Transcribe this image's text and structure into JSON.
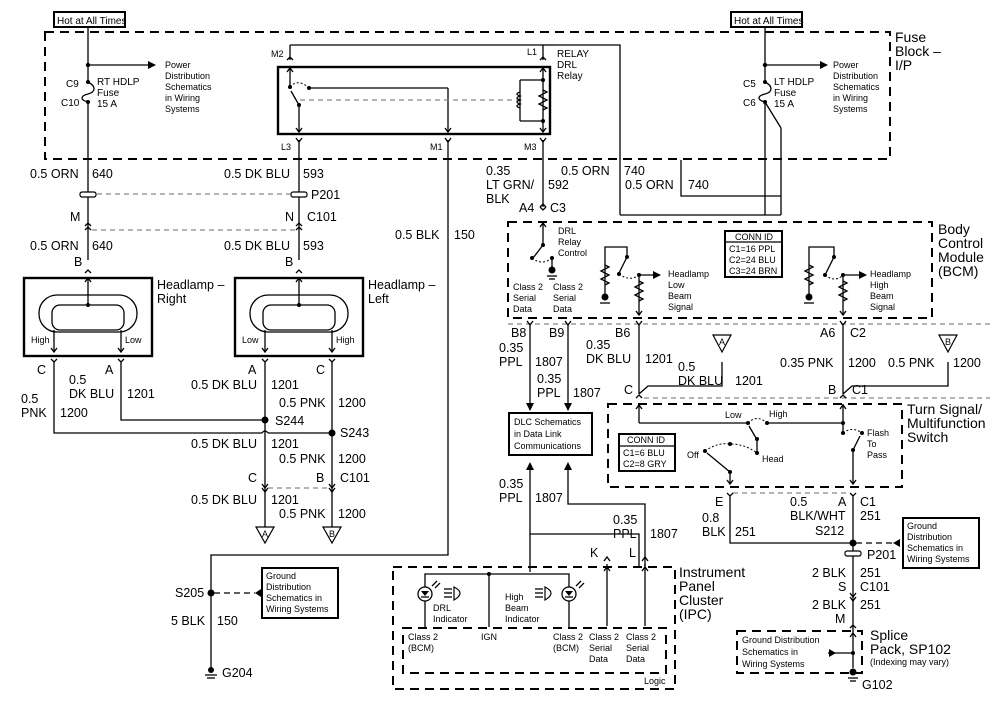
{
  "title": "Headlamps / DRL Wiring Schematic",
  "hot_labels": {
    "left": "Hot at All Times",
    "right": "Hot at All Times"
  },
  "fuse_block": {
    "name": [
      "Fuse",
      "Block –",
      "I/P"
    ],
    "rt_fuse": {
      "in": "C9",
      "out": "C10",
      "label": [
        "RT HDLP",
        "Fuse",
        "15 A"
      ]
    },
    "lt_fuse": {
      "in": "C5",
      "out": "C6",
      "label": [
        "LT HDLP",
        "Fuse",
        "15 A"
      ]
    },
    "power_ref": [
      "Power",
      "Distribution",
      "Schematics",
      "in Wiring",
      "Systems"
    ],
    "relay": {
      "label": [
        "RELAY",
        "DRL",
        "Relay"
      ],
      "pins": {
        "m2": "M2",
        "l1": "L1",
        "l3": "L3",
        "m1": "M1",
        "m3": "M3"
      }
    }
  },
  "wires": {
    "w640a": {
      "gauge": "0.5 ORN",
      "circuit": "640"
    },
    "w593a": {
      "gauge": "0.5 DK BLU",
      "circuit": "593"
    },
    "w640b": {
      "gauge": "0.5 ORN",
      "circuit": "640"
    },
    "w593b": {
      "gauge": "0.5 DK BLU",
      "circuit": "593"
    },
    "w150": {
      "gauge": "0.5 BLK",
      "circuit": "150"
    },
    "w150g": {
      "gauge": "5 BLK",
      "circuit": "150"
    },
    "w592": {
      "gauge": [
        "0.35",
        "LT GRN/",
        "BLK"
      ],
      "circuit": "592"
    },
    "w740a": {
      "gauge": "0.5 ORN",
      "circuit": "740"
    },
    "w740b": {
      "gauge": "0.5 ORN",
      "circuit": "740"
    },
    "w1200l": {
      "gauge": [
        "0.5",
        "PNK"
      ],
      "circuit": "1200"
    },
    "w1201l": {
      "gauge": [
        "0.5",
        "DK BLU"
      ],
      "circuit": "1201"
    },
    "w1201a": {
      "gauge": "0.5 DK BLU",
      "circuit": "1201"
    },
    "w1200a": {
      "gauge": "0.5 PNK",
      "circuit": "1200"
    },
    "w1201b": {
      "gauge": "0.5 DK BLU",
      "circuit": "1201"
    },
    "w1200b": {
      "gauge": "0.5 PNK",
      "circuit": "1200"
    },
    "w1201c": {
      "gauge": "0.5 DK BLU",
      "circuit": "1201"
    },
    "w1200c": {
      "gauge": "0.5 PNK",
      "circuit": "1200"
    },
    "w1807a": {
      "gauge": [
        "0.35",
        "PPL"
      ],
      "circuit": "1807"
    },
    "w1807b": {
      "gauge": [
        "0.35",
        "PPL"
      ],
      "circuit": "1807"
    },
    "w1807c": {
      "gauge": [
        "0.35",
        "PPL"
      ],
      "circuit": "1807"
    },
    "w1807d": {
      "gauge": [
        "0.35",
        "PPL"
      ],
      "circuit": "1807"
    },
    "w1201d": {
      "gauge": [
        "0.35",
        "DK BLU"
      ],
      "circuit": "1201"
    },
    "w1201e": {
      "gauge": [
        "0.5",
        "DK BLU"
      ],
      "circuit": "1201"
    },
    "w1200d": {
      "gauge": "0.35 PNK",
      "circuit": "1200"
    },
    "w1200e": {
      "gauge": "0.5 PNK",
      "circuit": "1200"
    },
    "w251a": {
      "gauge": [
        "0.8",
        "BLK"
      ],
      "circuit": "251"
    },
    "w251b": {
      "gauge": [
        "0.5",
        "BLK/WHT"
      ],
      "circuit": "251"
    },
    "w251c": {
      "gauge": "2 BLK",
      "circuit": "251"
    },
    "w251d": {
      "gauge": "2 BLK",
      "circuit": "251"
    }
  },
  "connectors": {
    "p201": "P201",
    "c101": "C101",
    "m": "M",
    "n": "N",
    "b": "B",
    "c": "C",
    "a": "A",
    "s244": "S244",
    "s243": "S243",
    "s205": "S205",
    "g204": "G204",
    "a4": "A4",
    "c3": "C3",
    "b8": "B8",
    "b9": "B9",
    "b6": "B6",
    "a6": "A6",
    "c2": "C2",
    "c1": "C1",
    "e": "E",
    "s212": "S212",
    "s": "S",
    "k": "K",
    "l": "L",
    "g102": "G102"
  },
  "headlamp_right": {
    "name": [
      "Headlamp –",
      "Right"
    ],
    "high": "High",
    "low": "Low"
  },
  "headlamp_left": {
    "name": [
      "Headlamp –",
      "Left"
    ],
    "high": "High",
    "low": "Low"
  },
  "offpage": {
    "a": "A",
    "b": "B"
  },
  "ground_ref": [
    "Ground",
    "Distribution",
    "Schematics in",
    "Wiring Systems"
  ],
  "ground_ref_splice": [
    "Ground Distribution",
    "Schematics in",
    "Wiring Systems"
  ],
  "bcm": {
    "name": [
      "Body",
      "Control",
      "Module",
      "(BCM)"
    ],
    "drl_control": [
      "DRL",
      "Relay",
      "Control"
    ],
    "serial1": [
      "Class 2",
      "Serial",
      "Data"
    ],
    "serial2": [
      "Class 2",
      "Serial",
      "Data"
    ],
    "low_signal": [
      "Headlamp",
      "Low",
      "Beam",
      "Signal"
    ],
    "high_signal": [
      "Headlamp",
      "High",
      "Beam",
      "Signal"
    ],
    "conn_id": {
      "title": "CONN ID",
      "rows": [
        "C1=16 PPL",
        "C2=24 BLU",
        "C3=24 BRN"
      ]
    }
  },
  "dlc": [
    "DLC Schematics",
    "in Data Link",
    "Communications"
  ],
  "switch": {
    "name": [
      "Turn Signal/",
      "Multifunction",
      "Switch"
    ],
    "low": "Low",
    "high": "High",
    "off": "Off",
    "head": "Head",
    "flash": [
      "Flash",
      "To",
      "Pass"
    ],
    "conn_id": {
      "title": "CONN ID",
      "rows": [
        "C1=6 BLU",
        "C2=8 GRY"
      ]
    }
  },
  "ipc": {
    "name": [
      "Instrument",
      "Panel",
      "Cluster",
      "(IPC)"
    ],
    "drl_ind": [
      "DRL",
      "Indicator"
    ],
    "hb_ind": [
      "High",
      "Beam",
      "Indicator"
    ],
    "pins": {
      "p1": [
        "Class 2",
        "(BCM)"
      ],
      "ign": "IGN",
      "p2": [
        "Class 2",
        "(BCM)"
      ],
      "p3": [
        "Class 2",
        "Serial",
        "Data"
      ],
      "p4": [
        "Class 2",
        "Serial",
        "Data"
      ]
    },
    "logic": "Logic"
  },
  "splice_pack": {
    "name": [
      "Splice",
      "Pack, SP102"
    ],
    "note": "(Indexing may vary)"
  }
}
